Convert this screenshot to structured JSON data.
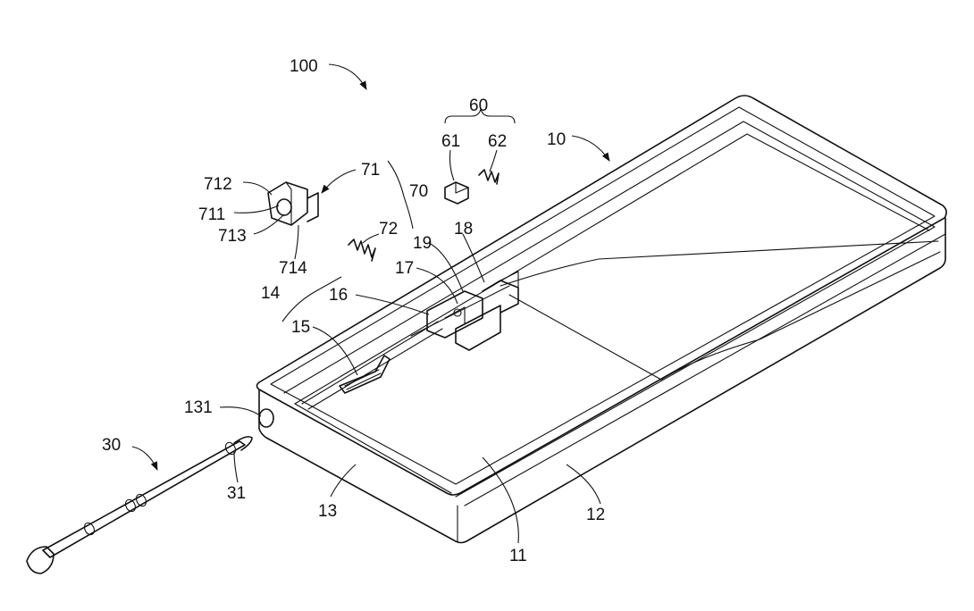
{
  "labels": {
    "assembly": "100",
    "housing": "10",
    "bottom_wall": "11",
    "side_wall": "12",
    "end_wall": "13",
    "hole": "131",
    "guide": "14",
    "rail": "15",
    "block_16": "16",
    "block_17": "17",
    "block_18": "18",
    "block_19": "19",
    "stylus": "30",
    "stylus_tip": "31",
    "detent_group": "60",
    "detent_block": "61",
    "detent_spring": "62",
    "latch_group": "70",
    "latch": "71",
    "latch_spring": "72",
    "latch_part_711": "711",
    "latch_part_712": "712",
    "latch_part_713": "713",
    "latch_part_714": "714"
  }
}
